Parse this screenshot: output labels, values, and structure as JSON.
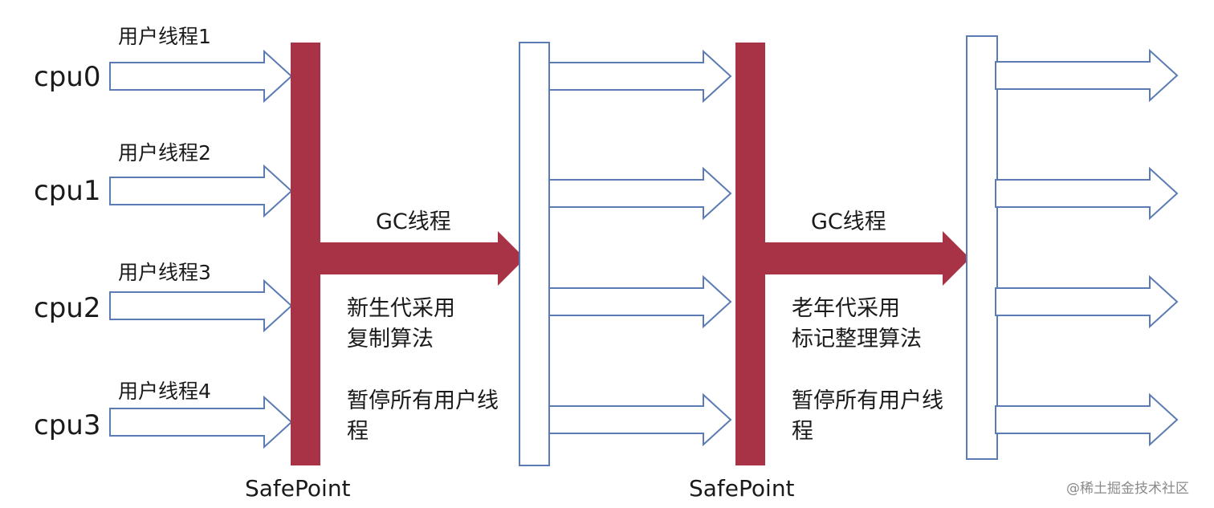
{
  "rows": [
    {
      "cpu": "cpu0",
      "thread": "用户线程1"
    },
    {
      "cpu": "cpu1",
      "thread": "用户线程2"
    },
    {
      "cpu": "cpu2",
      "thread": "用户线程3"
    },
    {
      "cpu": "cpu3",
      "thread": "用户线程4"
    }
  ],
  "phases": [
    {
      "gc_label": "GC线程",
      "algorithm_line1": "新生代采用",
      "algorithm_line2": "复制算法",
      "pause_line1": "暂停所有用户线",
      "pause_line2": "程",
      "safepoint_label": "SafePoint"
    },
    {
      "gc_label": "GC线程",
      "algorithm_line1": "老年代采用",
      "algorithm_line2": "标记整理算法",
      "pause_line1": "暂停所有用户线",
      "pause_line2": "程",
      "safepoint_label": "SafePoint"
    }
  ],
  "watermark": "@稀土掘金技术社区",
  "colors": {
    "safepoint_bar": "#a83246",
    "outline": "#5b7bb4",
    "background": "#ffffff"
  }
}
